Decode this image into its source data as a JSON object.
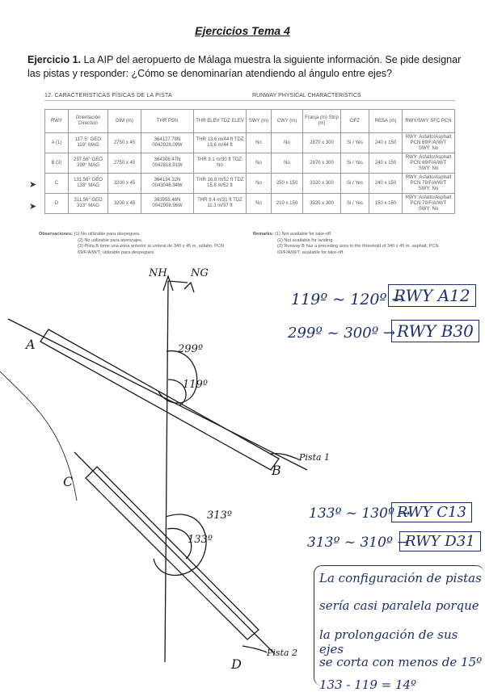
{
  "title": "Ejercicios Tema 4",
  "exercise": {
    "label": "Ejercicio 1.",
    "text": "La AIP del aeropuerto de Málaga muestra la siguiente información. Se pide designar las pistas y responder: ¿Cómo se denominarían atendiendo al ángulo entre ejes?"
  },
  "section": {
    "left": "12.  CARACTERÍSTICAS FÍSICAS DE LA PISTA",
    "right": "RUNWAY PHYSICAL CHARACTERISTICS"
  },
  "table": {
    "headers": [
      "RWY",
      "Orientación Direction",
      "DIM (m)",
      "THR PSN",
      "THR ELEV TDZ ELEV",
      "SWY (m)",
      "CWY (m)",
      "Franja (m) Strip (m)",
      "OFZ",
      "RESA (m)",
      "RWY/SWY SFC PCN"
    ],
    "rows": [
      [
        "A (1)",
        "117.5° GEO 119° MAG",
        "2750 x 45",
        "364127.78N 0042928.09W",
        "THR 13.6 m/44 ft TDZ 13.6 m/44 ft",
        "No",
        "No",
        "2870 x 300",
        "Si / Yes",
        "240 x 150",
        "RWY: Asfalto/Asphalt PCN 69/F/A/W/T SWY: No"
      ],
      [
        "B (3)",
        "297.56° GEO 299° MAG",
        "2750 x 45",
        "364308.47N 0042818.91W",
        "THR 9.1 m/30 ft TDZ: No",
        "No",
        "No",
        "2870 x 300",
        "Si / Yes",
        "240 x 150",
        "RWY: Asfalto/Asphalt PCN 69/F/A/W/T SWY: No"
      ],
      [
        "C",
        "131.56° GEO 133° MAG",
        "3200 x 45",
        "364134.32N 0043046.34W",
        "THR 16.8 m/52 ft TDZ 15.8 m/52 ft",
        "No",
        "250 x 150",
        "3320 x 300",
        "Si / Yes",
        "240 x 150",
        "RWY: Asfalto/Asphalt PCN 79/F/A/W/T SWY: No"
      ],
      [
        "D",
        "311.56° GEO 313° MAG",
        "3200 x 45",
        "363955.48N 0042908.96W",
        "THR 9.4 m/31 ft TDZ 11.3 m/37 ft",
        "No",
        "210 x 150",
        "3320 x 300",
        "Si / Yes",
        "150 x 150",
        "RWY: Asfalto/Asphalt PCN 79/F/A/W/T SWY: No"
      ]
    ]
  },
  "observaciones": {
    "label": "Observaciones:",
    "items": [
      "(1) No utilizable para despegues.",
      "(2) No utilizable para aterrizajes.",
      "(3) Pista B tiene una zona anterior al umbral de 340 x 45 m, asfalto, PCN 69/F/A/W/T, utilizable para despegues."
    ]
  },
  "remarks": {
    "label": "Remarks:",
    "items": [
      "(1) Not available for take-off.",
      "(2) Not available for landing.",
      "(3) Runway B has a preceding area to the threshold of 340 x 45 m, asphalt, PCN 69/F/A/W/T, available for take-off."
    ]
  },
  "sketch": {
    "nh": "NH",
    "ng": "NG",
    "label_a": "A",
    "label_b": "B",
    "label_c": "C",
    "label_d": "D",
    "angle_299": "299º",
    "angle_119": "119º",
    "angle_313": "313º",
    "angle_133": "133º",
    "pista1": "Pista 1",
    "pista2": "Pista 2"
  },
  "answers": {
    "ab_range": "119º ~ 120º →",
    "ab_name": "RWY A12",
    "b_range": "299º ~ 300º →",
    "b_name": "RWY B30",
    "c_range": "133º ~ 130º →",
    "c_name": "RWY C13",
    "d_range": "313º ~ 310º →",
    "d_name": "RWY D31"
  },
  "note": {
    "lines": [
      "La configuración de pistas",
      "sería casi paralela porque",
      "la prolongación de sus ejes",
      "se corta con menos de 15º",
      "133 - 119 = 14º"
    ]
  },
  "colors": {
    "ink": "#1c2f6e",
    "print": "#1a1a1a"
  }
}
